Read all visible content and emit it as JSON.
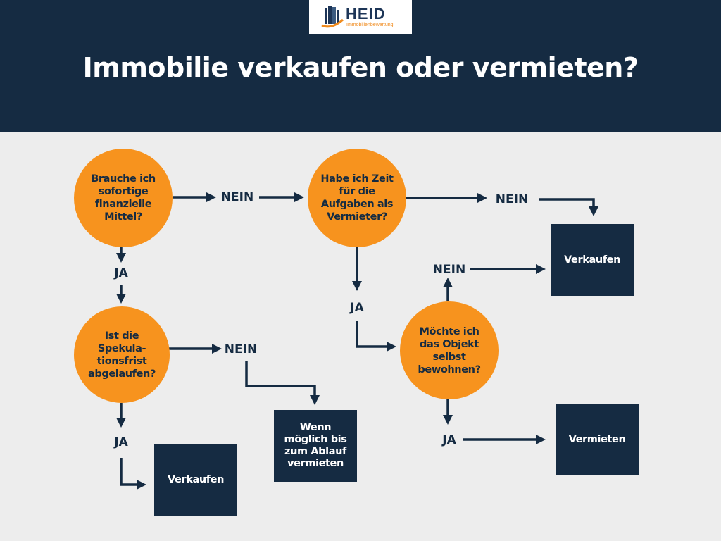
{
  "logo": {
    "name": "HEID",
    "tagline": "Immobilienbewertung"
  },
  "title": "Immobilie verkaufen oder vermieten?",
  "colors": {
    "navy": "#152b42",
    "orange": "#f7931e",
    "background": "#ededed"
  },
  "questions": [
    {
      "text": "Brauche ich sofortige finanzielle Mittel?"
    },
    {
      "text": "Habe ich Zeit für die Aufgaben als Vermieter?"
    },
    {
      "text": "Ist die Spekula-tionsfrist abgelaufen?"
    },
    {
      "text": "Möchte ich das Objekt selbst bewohnen?"
    }
  ],
  "outcomes": [
    {
      "text": "Verkaufen"
    },
    {
      "text": "Wenn möglich bis zum Ablauf vermieten"
    },
    {
      "text": "Verkaufen"
    },
    {
      "text": "Vermieten"
    }
  ],
  "labels": {
    "yes": "JA",
    "no": "NEIN"
  }
}
